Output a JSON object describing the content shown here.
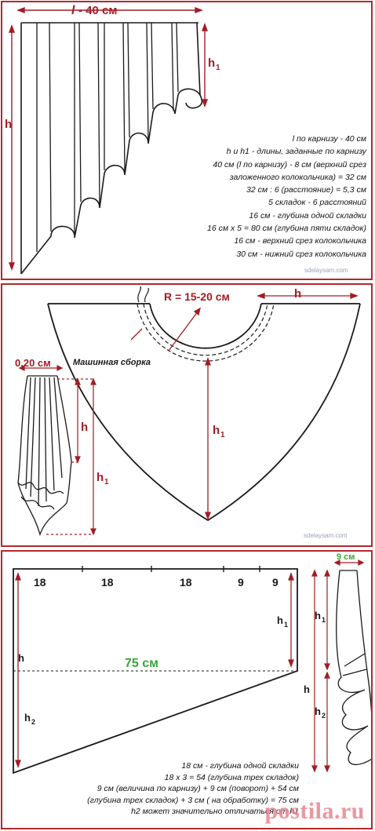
{
  "panel1": {
    "top_label_l": "l",
    "top_label_rest": " - 40 см",
    "h_label": "h",
    "h1_label": "h",
    "h1_sub": "1",
    "notes": [
      "l по карнизу - 40 см",
      "h и h1 - длины, заданные по карнизу",
      "40 см (l по карнизу) - 8 см (верхний срез",
      "заложенного колокольчика) = 32 см",
      "32 см : 6 (расстояние) = 5,3 см",
      "5 складок - 6 расстояний",
      "16 см - глубина одной складки",
      "16 см х 5 = 80 см (глубина пяти складок)",
      "16 см - верхний срез колокольчика",
      "30 см - нижний срез колокольчика"
    ],
    "watermark": "sdelaysam.com"
  },
  "panel2": {
    "radius_label": "R = 15-20 см",
    "h_top": "h",
    "gather_label": "Машинная сборка",
    "width_label": "0,20 см",
    "h_left": "h",
    "h1_left": "h",
    "h1_left_sub": "1",
    "h1_center": "h",
    "h1_center_sub": "1",
    "watermark": "sdelaysam.com"
  },
  "panel3": {
    "segments": [
      "18",
      "18",
      "18",
      "9",
      "9"
    ],
    "total": "75 см",
    "h_left": "h",
    "h2_left": "h",
    "h2_left_sub": "2",
    "h1_right": "h",
    "h1_right_sub": "1",
    "fold_width": "9 см",
    "h_side": "h",
    "h1_side": "h",
    "h1_side_sub": "1",
    "h2_side": "h",
    "h2_side_sub": "2",
    "notes": [
      "18 см - глубина одной складки",
      "18 х 3 = 54 (глубина трех складок)",
      "9 см (величина по карнизу) + 9 см (поворот) + 54 см",
      "(глубина трех складок) + 3 см ( на обработку) = 75 см",
      "h2 может значительно отличаться от h1"
    ],
    "brand": "postila.ru"
  },
  "colors": {
    "frame": "#b3282d",
    "dimension": "#a41c24",
    "line": "#1a1a1a",
    "green": "#3aa53a"
  }
}
